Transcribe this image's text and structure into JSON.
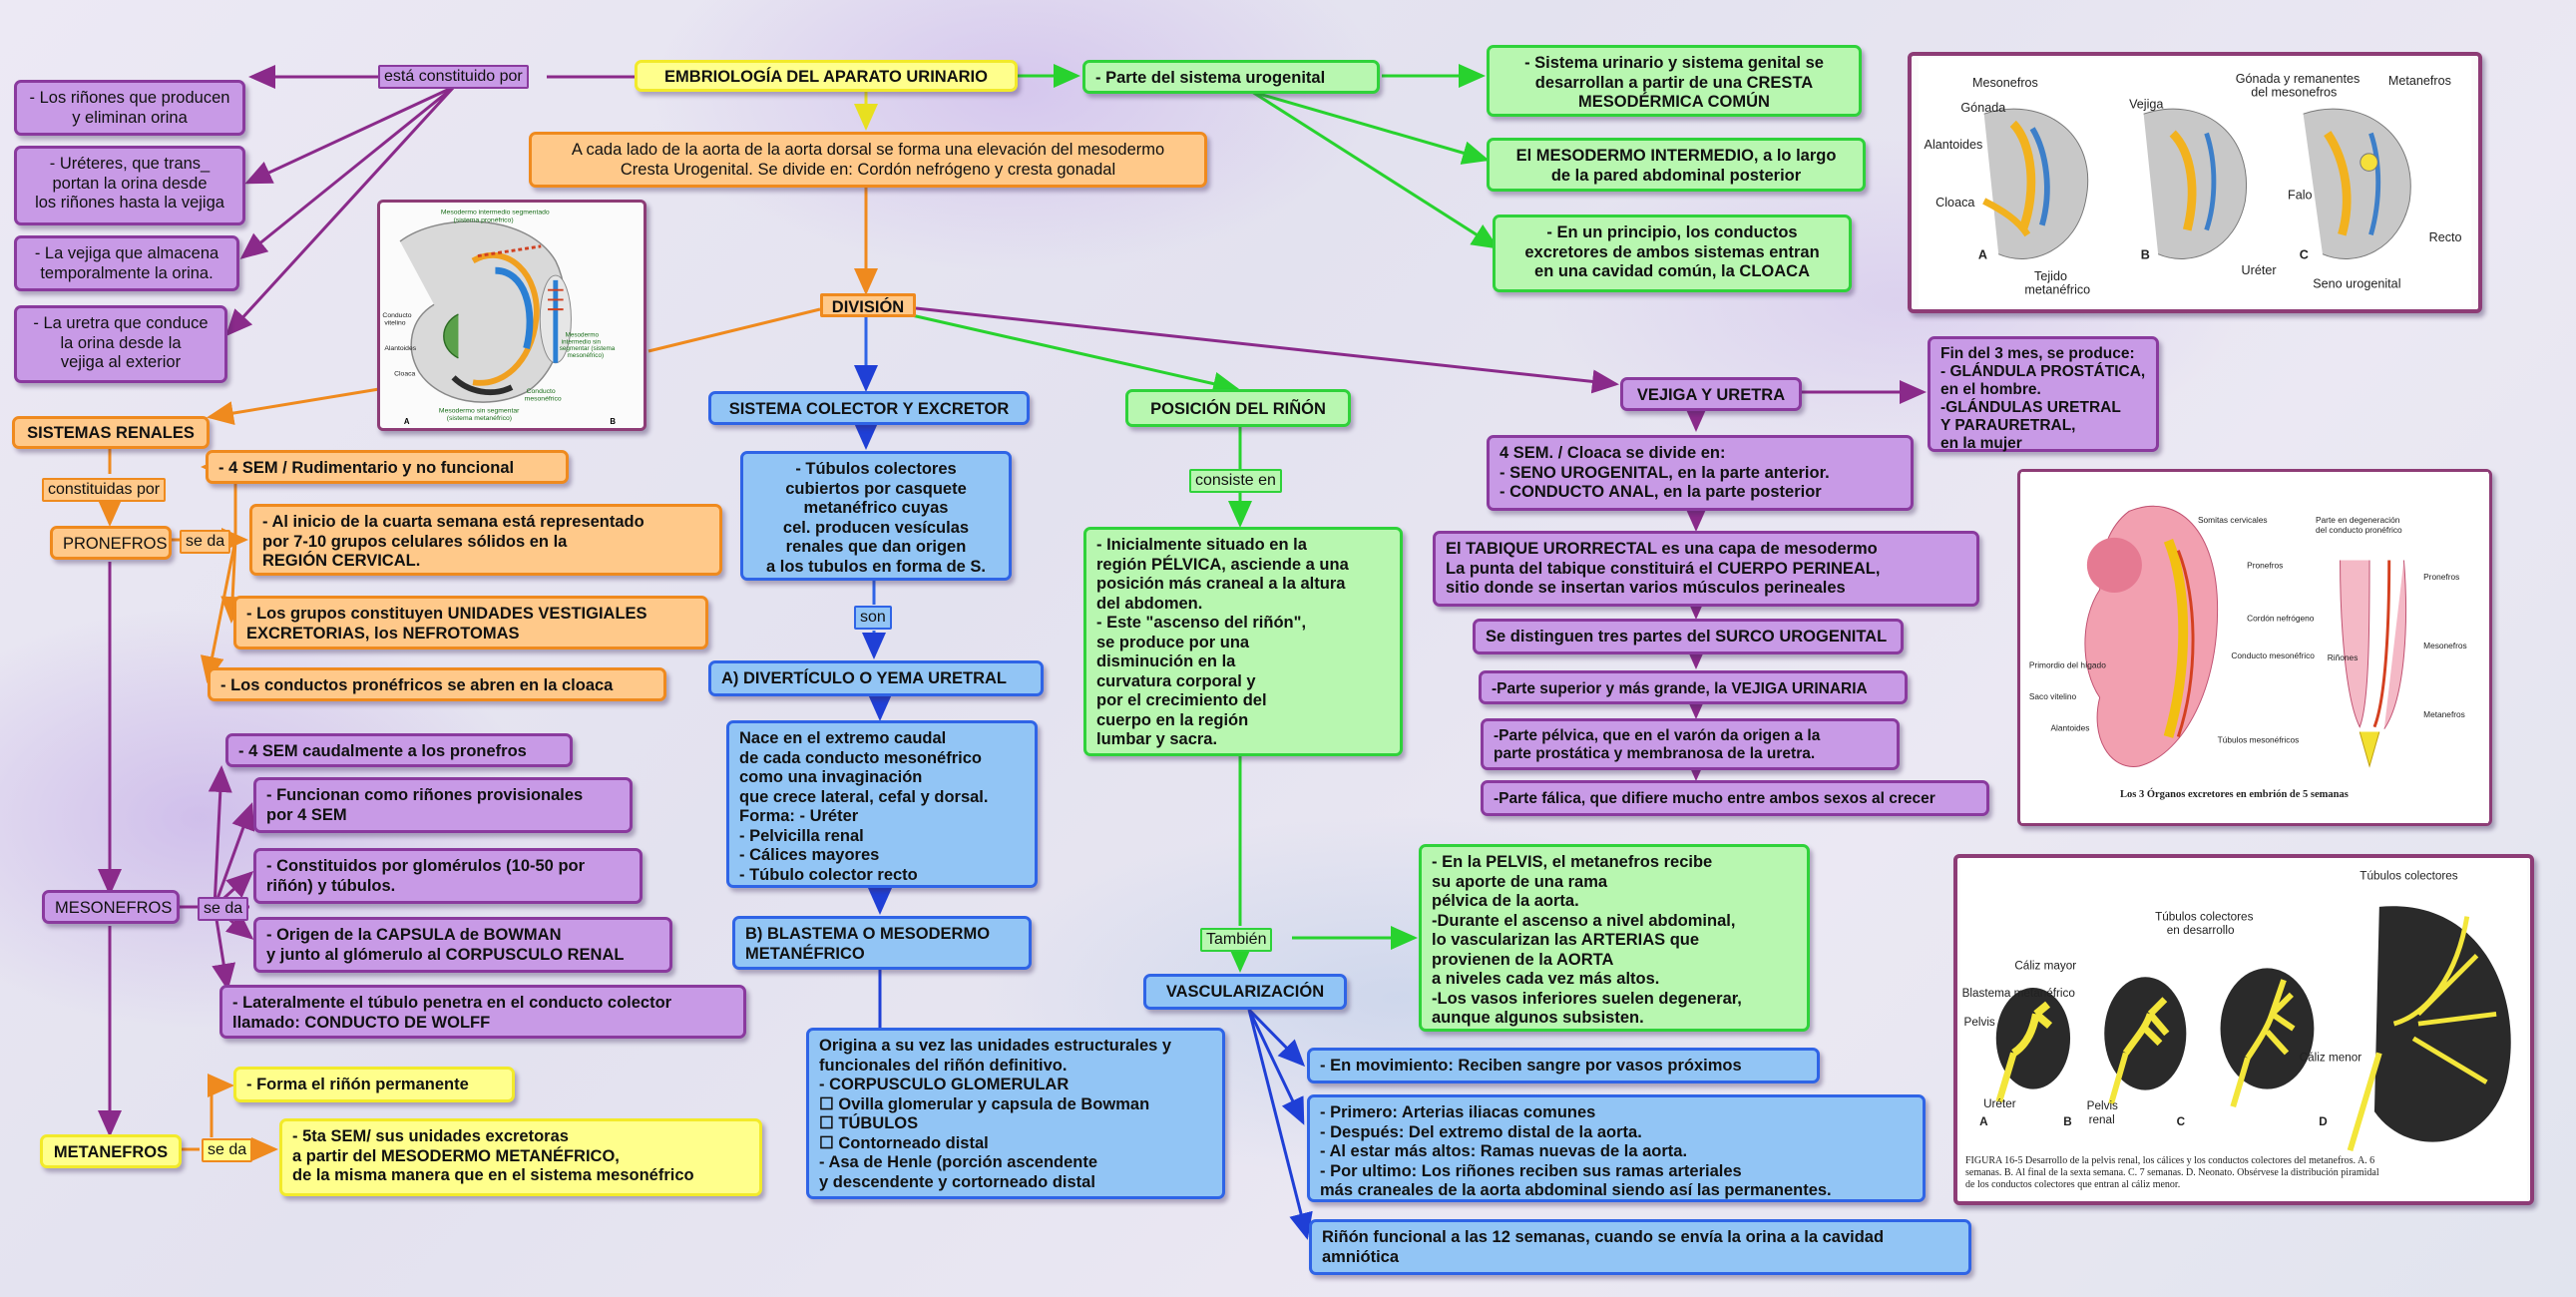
{
  "colors": {
    "purple": "#c89ae6",
    "purple_border": "#8a3a9e",
    "orange": "#ffc98a",
    "orange_border": "#ef8a1e",
    "green": "#b8f7b0",
    "green_border": "#2fd23a",
    "blue": "#92c5f5",
    "blue_border": "#2f64e6",
    "yellow": "#ffff8c",
    "yellow_border": "#f2ea2a"
  },
  "title": "EMBRIOLOGÍA DEL APARATO URINARIO",
  "intro": "A cada lado de la aorta de la aorta dorsal se forma una elevación del mesodermo\nCresta Urogenital. Se divide en: Cordón nefrógeno y cresta gonadal",
  "constituted": {
    "link": "está constituido por",
    "items": [
      "- Los riñones que producen\ny eliminan orina",
      "- Uréteres, que trans_\nportan la orina desde\nlos riñones hasta la vejiga",
      "- La vejiga que almacena\ntemporalmente la orina.",
      "- La uretra que conduce\nla orina desde la\nvejiga al exterior"
    ]
  },
  "urogenital": {
    "label": "- Parte del sistema urogenital",
    "items": [
      "-  Sistema urinario y sistema genital se\ndesarrollan a partir de una CRESTA\nMESODÉRMICA COMÚN",
      "El MESODERMO INTERMEDIO, a lo largo\nde la pared abdominal posterior",
      "- En un principio, los conductos\nexcretores de ambos sistemas entran\nen una cavidad común, la CLOACA"
    ]
  },
  "division": "DIVISIÓN",
  "renal": {
    "title": "SISTEMAS RENALES",
    "link_constituted": "constituidas por",
    "pronefros": {
      "label": "PRONEFROS",
      "link": "se da",
      "items": [
        "- 4 SEM / Rudimentario y no funcional",
        " - Al inicio de la cuarta semana está representado\npor 7-10 grupos celulares sólidos en la\nREGIÓN CERVICAL.",
        "- Los grupos constituyen UNIDADES VESTIGIALES\nEXCRETORIAS, los NEFROTOMAS",
        "- Los conductos pronéfricos se abren en la cloaca"
      ]
    },
    "mesonefros": {
      "label": "MESONEFROS",
      "link": "se da",
      "items": [
        "- 4 SEM caudalmente a los pronefros",
        "- Funcionan como riñones provisionales\npor 4 SEM",
        "- Constituidos por glomérulos (10-50 por\n riñón) y túbulos.",
        "-  Origen de la CAPSULA de BOWMAN\ny junto al glómerulo al CORPUSCULO RENAL",
        "- Lateralmente el túbulo penetra en el conducto colector\nllamado: CONDUCTO DE WOLFF"
      ]
    },
    "metanefros": {
      "label": "METANEFROS",
      "link": "se da",
      "items": [
        "- Forma el riñón permanente",
        " - 5ta SEM/ sus unidades excretoras\n a partir del MESODERMO METANÉFRICO,\nde la misma manera que en el sistema mesonéfrico"
      ]
    }
  },
  "collector": {
    "title": "SISTEMA COLECTOR Y EXCRETOR",
    "desc": "- Túbulos colectores\ncubiertos por casquete\n metanéfrico  cuyas\ncel. producen vesículas\nrenales que dan origen\na los tubulos en forma de S.",
    "link": "son",
    "a_title": "A) DIVERTÍCULO O YEMA URETRAL",
    "a_desc": "Nace en el extremo caudal\nde cada conducto mesonéfrico\ncomo  una  invaginación\nque crece lateral, cefal y dorsal.\nForma: - Uréter\n              - Pelvicilla renal\n              - Cálices mayores\n              - Túbulo colector recto",
    "b_title": "B)  BLASTEMA  O  MESODERMO\nMETANÉFRICO",
    "b_desc": "Origina a su vez las unidades estructurales y\nfuncionales del riñón definitivo.\n- CORPUSCULO GLOMERULAR\n☐ Ovilla  glomerular  y  capsula  de Bowman\n☐  TÚBULOS\n☐ Contorneado distal\n- Asa de Henle (porción  ascendente\n  y descendente y cortorneado distal"
  },
  "position": {
    "title": "POSICIÓN DEL RIÑÓN",
    "link": "consiste en",
    "desc": "- Inicialmente  situado  en  la\nregión PÉLVICA, asciende  a  una\nposición  más craneal a la altura\ndel abdomen.\n- Este  \"ascenso del  riñón\",\n se  produce por  una\ndisminución  en  la\n curvatura corporal y\npor el crecimiento del\n cuerpo en la región\nlumbar y sacra.",
    "link_also": "También",
    "also_desc": "- En  la PELVIS,  el  metanefros  recibe\nsu aporte de una rama\npélvica de la aorta.\n-Durante el ascenso a nivel abdominal,\nlo vascularizan  las  ARTERIAS que\nprovienen de la AORTA\n a niveles cada vez  más  altos.\n-Los  vasos  inferiores suelen  degenerar,\naunque  algunos subsisten."
  },
  "vascular": {
    "title": "VASCULARIZACIÓN",
    "items": [
      "-  En  movimiento: Reciben sangre  por vasos próximos",
      "- Primero: Arterias iliacas comunes\n- Después: Del extremo distal de la aorta.\n-  Al  estar  más altos:  Ramas  nuevas  de  la aorta.\n- Por ultimo: Los riñones reciben sus ramas arteriales\n más craneales de la aorta abdominal siendo así las permanentes.",
      "Riñón funcional a las 12 semanas, cuando se envía la orina a la cavidad\namniótica"
    ]
  },
  "bladder": {
    "title": "VEJIGA Y URETRA",
    "month3": "Fin del 3 mes, se produce:\n- GLÁNDULA PROSTÁTICA,\nen el hombre.\n-GLÁNDULAS  URETRAL\n Y PARAURETRAL,\nen la mujer",
    "cloaca": "4 SEM. / Cloaca se divide en:\n-  SENO  UROGENITAL,  en  la parte anterior.\n-  CONDUCTO ANAL,  en  la parte posterior",
    "septum": "El TABIQUE URORRECTAL es una capa  de  mesodermo\nLa  punta del  tabique  constituirá  el CUERPO  PERINEAL,\nsitio  donde se  insertan  varios  músculos perineales",
    "sinus_title": "Se distinguen tres partes del SURCO UROGENITAL",
    "parts": [
      "-Parte superior y más grande, la VEJIGA URINARIA",
      "-Parte  pélvica,  que  en  el varón  da  origen  a  la\n parte prostática y membranosa de la uretra.",
      "-Parte  fálica,  que  difiere mucho entre ambos sexos al crecer"
    ]
  },
  "fig1": {
    "labels": [
      "Mesodermo intermedio segmentado\n(sistema pronéfrico)",
      "Conducto\nvitelino",
      "Alantoides",
      "Cloaca",
      "Mesodermo\nintermedio sin\nsegmentar (sistema\nmesonéfrico)",
      "Conducto\nmesonéfrico",
      "Mesodermo sin segmentar\n(sistema metanéfrico)",
      "A",
      "B"
    ]
  },
  "fig2": {
    "labels": [
      "Mesonefros",
      "Gónada",
      "Alantoides",
      "Cloaca",
      "Vejiga",
      "Gónada y remanentes\ndel mesonefros",
      "Metanefros",
      "Falo",
      "Recto",
      "Uréter",
      "Seno urogenital",
      "Tejido\nmetanéfrico",
      "A",
      "B",
      "C"
    ]
  },
  "fig3": {
    "labels": [
      "Somitas cervicales",
      "Parte en degeneración\ndel conducto pronéfrico",
      "Pronefros",
      "Cordón nefrógeno",
      "Conducto mesonéfrico",
      "Primordio del hígado",
      "Saco vitelino",
      "Alantoides",
      "Túbulos mesonéfricos",
      "Riñones",
      "Pronefros",
      "Mesonefros",
      "Metanefros"
    ],
    "caption": "Los 3 Órganos excretores en embrión de 5 semanas"
  },
  "fig4": {
    "labels": [
      "Túbulos colectores",
      "Túbulos colectores\nen desarrollo",
      "Cáliz mayor",
      "Blastema metanéfrico",
      "Pelvis",
      "Cáliz menor",
      "Uréter",
      "Pelvis\nrenal",
      "A",
      "B",
      "C",
      "D"
    ],
    "caption": "FIGURA 16-5 Desarrollo de la pelvis renal, los cálices y los conductos colectores del metanefros. A. 6\nsemanas. B. Al final de la sexta semana. C. 7 semanas. D. Neonato. Obsérvese la distribución piramidal\nde los conductos colectores que entran al cáliz menor."
  }
}
